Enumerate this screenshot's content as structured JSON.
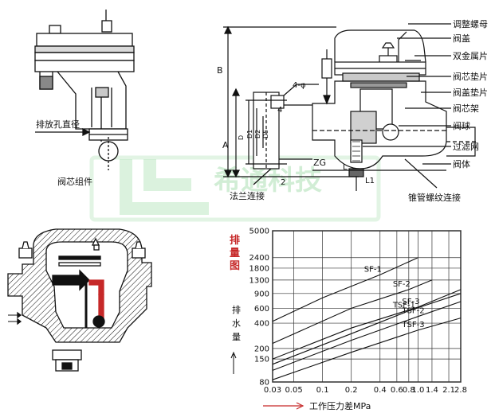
{
  "watermark": {
    "text": "希通科技",
    "color": "#5cc26a"
  },
  "top_left_figure": {
    "orifice_label": "排放孔直径",
    "caption": "阀芯组件"
  },
  "top_right_figure": {
    "dim_B": "B",
    "dim_A": "A",
    "dim_hole": "4-φ",
    "dim_4": "4",
    "dim_D": "D",
    "dim_D1": "D1",
    "dim_D2": "D2",
    "dim_D5": "D5",
    "dim_2": "2",
    "dim_ZG": "ZG",
    "dim_L": "L",
    "dim_L1": "L1",
    "flange_label": "法兰连接",
    "taper_label": "锥管螺纹连接",
    "parts": [
      "调整螺母",
      "阀盖",
      "双金属片",
      "阀芯垫片",
      "阀盖垫片",
      "阀芯架",
      "阀球",
      "过滤网",
      "阀体"
    ]
  },
  "chart_title_vertical": [
    "排",
    "量",
    "图"
  ],
  "chart_ylabel_vertical": [
    "排",
    "水",
    "量"
  ],
  "chart_xlabel": "工作压力差MPa",
  "chart_data": {
    "type": "line",
    "x_ticks": [
      "0.03",
      "0.05",
      "0.1",
      "0.2",
      "0.4",
      "0.6",
      "0.8",
      "1.0",
      "1.4",
      "2.1",
      "2.8"
    ],
    "y_ticks": [
      "5000",
      "2400",
      "1800",
      "1300",
      "900",
      "600",
      "400",
      "200",
      "150",
      "80"
    ],
    "xlim": [
      0.03,
      2.8
    ],
    "ylim": [
      80,
      5000
    ],
    "log_scale": true,
    "grid": true,
    "series": [
      {
        "name": "SF-1",
        "points": [
          [
            0.03,
            420
          ],
          [
            0.1,
            800
          ],
          [
            0.4,
            1500
          ],
          [
            1.0,
            2400
          ]
        ]
      },
      {
        "name": "SF-2",
        "points": [
          [
            0.03,
            230
          ],
          [
            0.2,
            600
          ],
          [
            0.8,
            1000
          ],
          [
            1.4,
            1300
          ]
        ]
      },
      {
        "name": "SF-3",
        "points": [
          [
            0.03,
            150
          ],
          [
            0.2,
            350
          ],
          [
            1.0,
            620
          ],
          [
            2.8,
            1000
          ]
        ]
      },
      {
        "name": "TSF-1",
        "points": [
          [
            0.03,
            130
          ],
          [
            0.2,
            300
          ],
          [
            0.8,
            560
          ],
          [
            2.8,
            900
          ]
        ]
      },
      {
        "name": "TSF-2",
        "points": [
          [
            0.03,
            110
          ],
          [
            0.2,
            250
          ],
          [
            1.0,
            480
          ],
          [
            2.8,
            720
          ]
        ]
      },
      {
        "name": "TSF-3",
        "points": [
          [
            0.03,
            85
          ],
          [
            0.2,
            180
          ],
          [
            1.0,
            330
          ],
          [
            2.8,
            460
          ]
        ]
      }
    ]
  }
}
